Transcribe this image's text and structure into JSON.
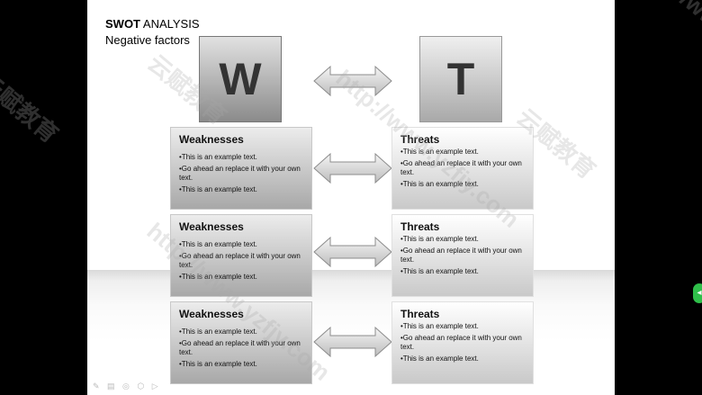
{
  "title": {
    "bold": "SWOT",
    "rest": " ANALYSIS"
  },
  "subtitle": "Negative factors",
  "cubes": {
    "left": "W",
    "right": "T"
  },
  "rows": [
    {
      "weak": {
        "heading": "Weaknesses",
        "lines": [
          "•This is an example text.",
          "•Go ahead an replace it with your own text.",
          "•This is an example text."
        ]
      },
      "threat": {
        "heading": "Threats",
        "lines": [
          "•This is an example text.",
          "•Go ahead an replace it with your own text.",
          "•This is an example text."
        ]
      }
    },
    {
      "weak": {
        "heading": "Weaknesses",
        "lines": [
          "•This is an example text.",
          "•Go ahead an replace it with your own text.",
          "•This is an example text."
        ]
      },
      "threat": {
        "heading": "Threats",
        "lines": [
          "•This is an example text.",
          "•Go ahead an replace it with your own text.",
          "•This is an example text."
        ]
      }
    },
    {
      "weak": {
        "heading": "Weaknesses",
        "lines": [
          "•This is an example text.",
          "•Go ahead an replace it with your own text.",
          "•This is an example text."
        ]
      },
      "threat": {
        "heading": "Threats",
        "lines": [
          "•This is an example text.",
          "•Go ahead an replace it with your own text.",
          "•This is an example text."
        ]
      }
    }
  ],
  "watermark": {
    "url": "http://www.yzfjy.com",
    "cn": "云赋教育"
  },
  "colors": {
    "stage": "#000000",
    "slide": "#ffffff",
    "side_handle": "#2fbf4a"
  }
}
